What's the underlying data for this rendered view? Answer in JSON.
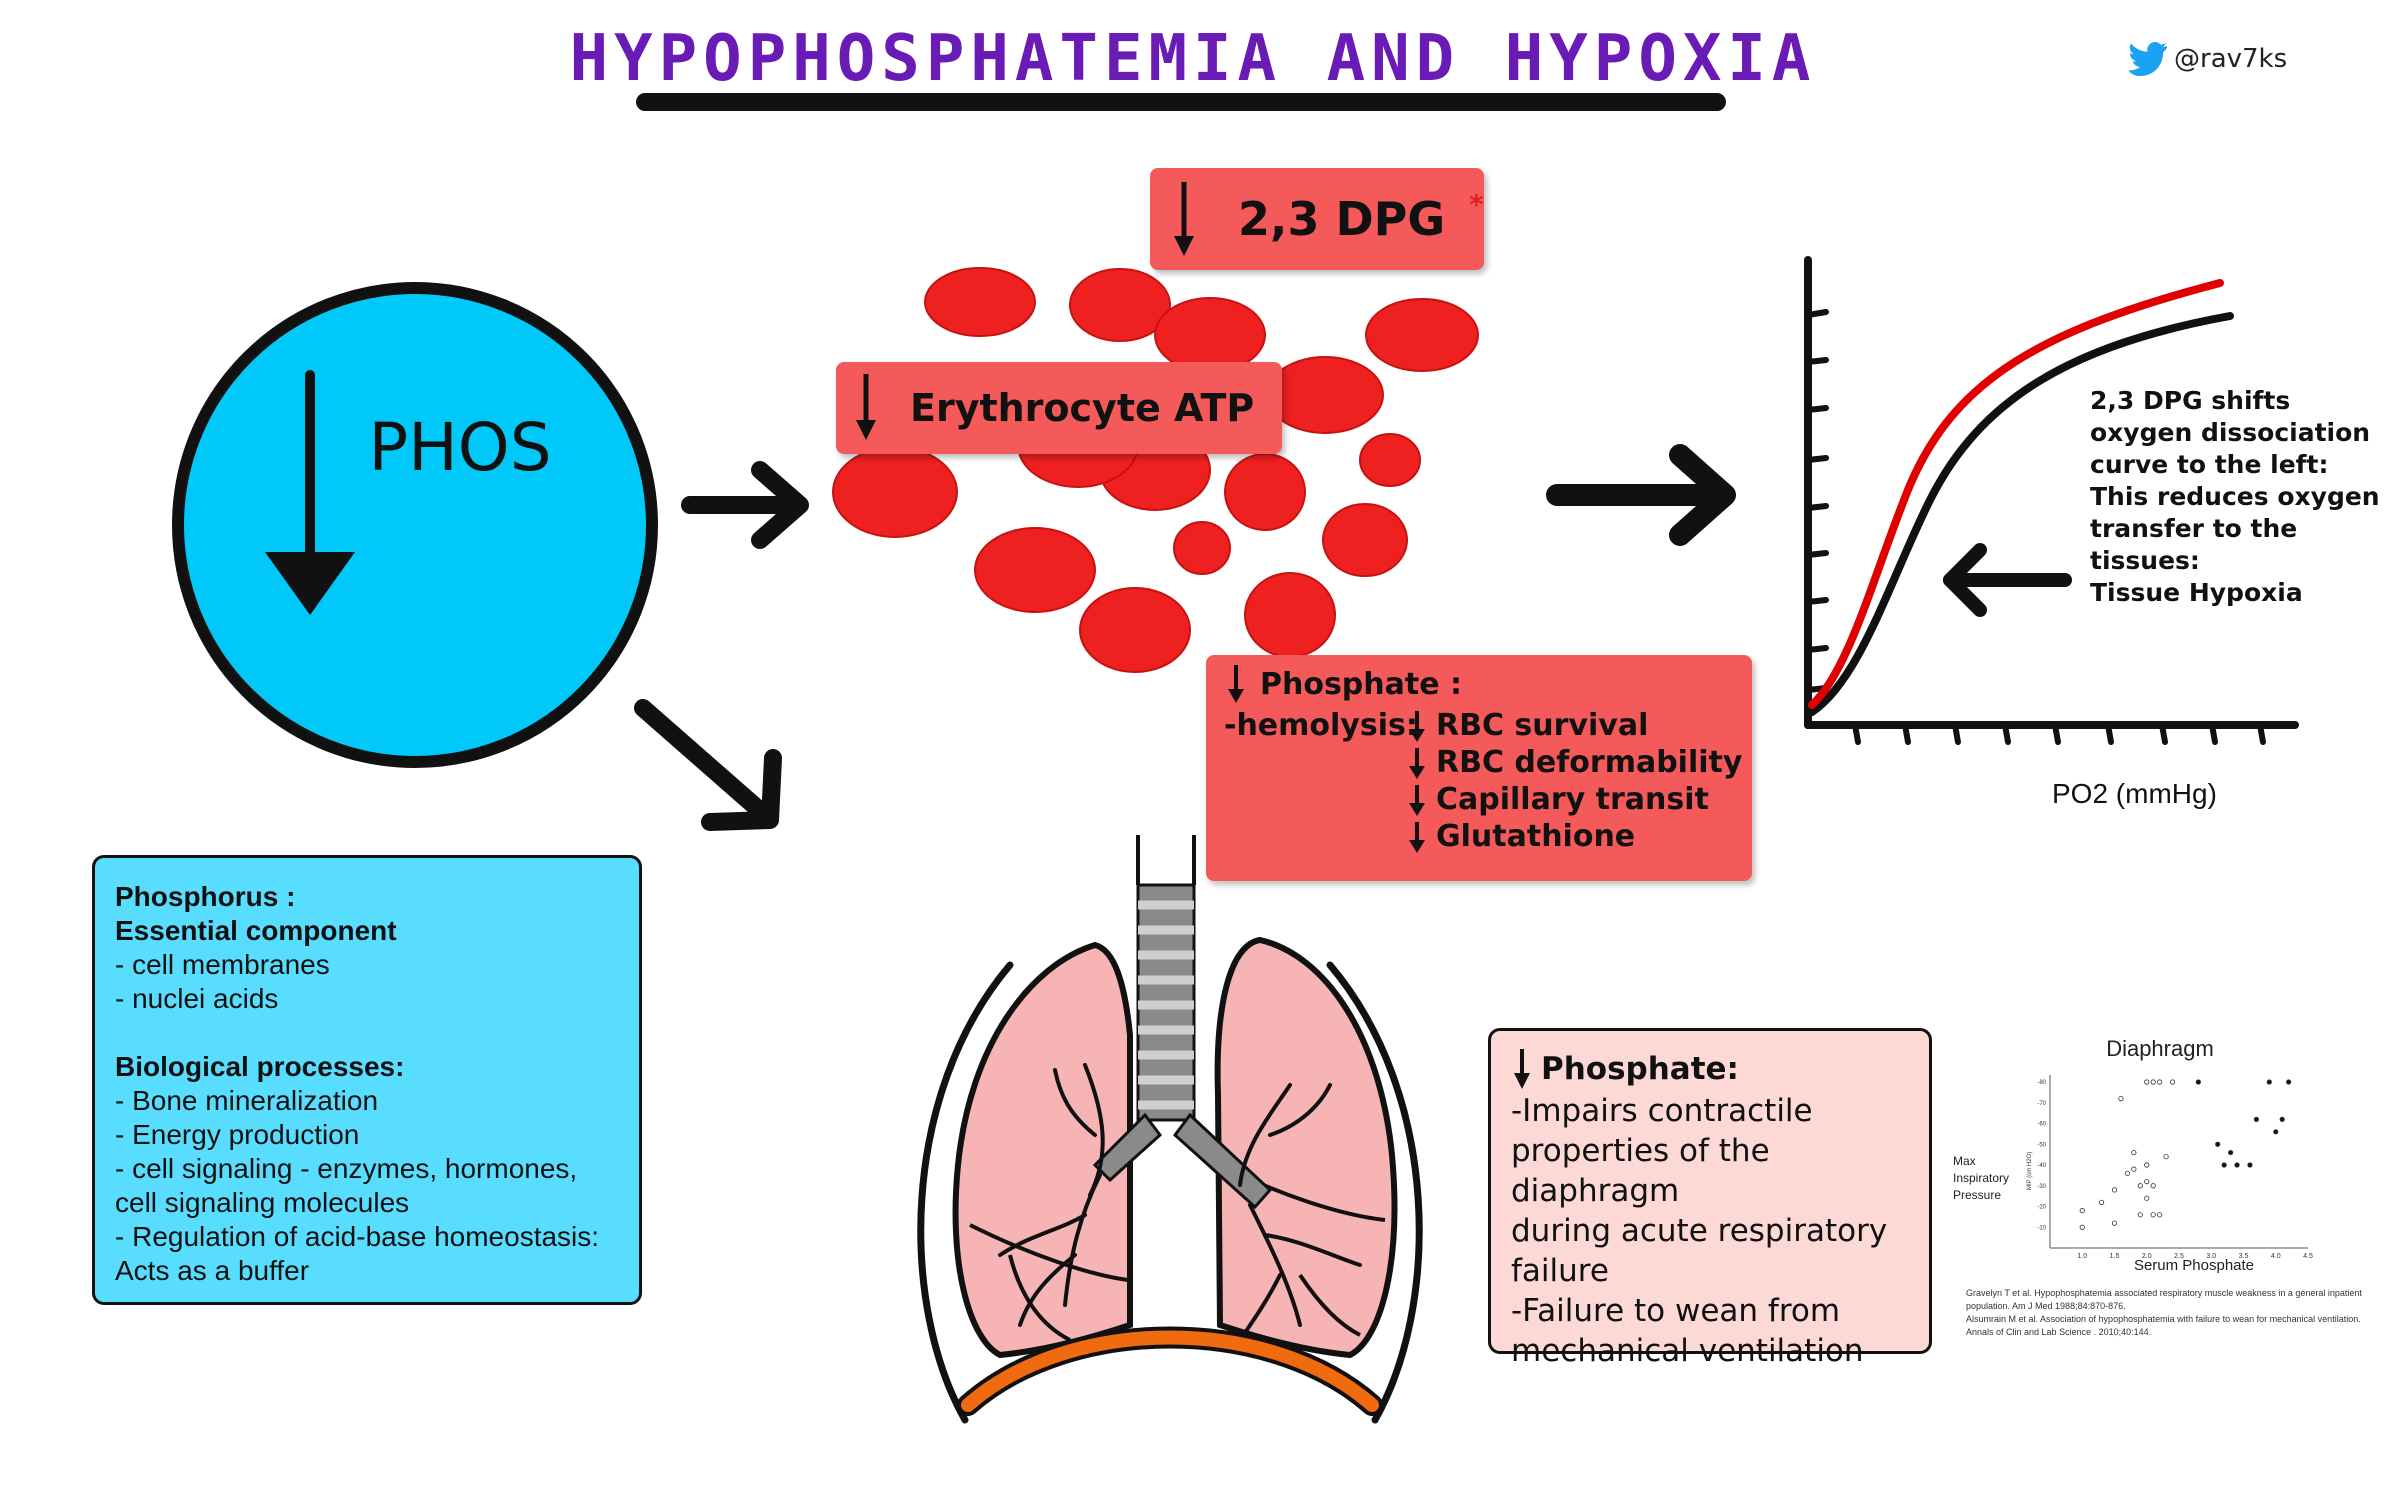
{
  "title": "HYPOPHOSPHATEMIA AND HYPOXIA",
  "handle": "@rav7ks",
  "colors": {
    "title": "#6a1bb5",
    "circle": "#00c8f8",
    "red_box": "#f55a5a",
    "rbc": "#ef2020",
    "blue_box": "#58ddff",
    "pink_box": "#fcd9d5",
    "curve_red": "#e00000",
    "diaphragm": "#f06a10"
  },
  "phos_circle": {
    "label": "PHOS"
  },
  "dpg_box": {
    "label": "2,3 DPG",
    "mark": "*"
  },
  "atp_box": {
    "label": "Erythrocyte ATP"
  },
  "phosphate_box": {
    "title": "Phosphate :",
    "hemolysis_label": "-hemolysis:",
    "items": [
      "RBC survival",
      "RBC deformability",
      "Capillary transit",
      "Glutathione"
    ]
  },
  "curve_panel": {
    "description": [
      "2,3 DPG shifts",
      "oxygen dissociation",
      "curve to the left:",
      "This reduces oxygen",
      "transfer to the",
      "tissues:",
      "Tissue Hypoxia"
    ],
    "xlabel": "PO2 (mmHg)"
  },
  "phosphorus_box": {
    "heading1": "Phosphorus :",
    "heading2": "Essential component",
    "components": [
      "- cell membranes",
      "- nuclei acids"
    ],
    "heading3": "Biological processes:",
    "processes": [
      "- Bone mineralization",
      "- Energy production",
      "- cell signaling - enzymes, hormones, cell signaling molecules",
      "- Regulation of acid-base homeostasis: Acts as a buffer"
    ]
  },
  "diaphragm_box": {
    "title": "Phosphate:",
    "lines": [
      "-Impairs contractile",
      "properties of the diaphragm",
      "during acute respiratory",
      "failure",
      "-Failure to wean from",
      "mechanical ventilation"
    ]
  },
  "chart_data": {
    "type": "scatter",
    "title": "Diaphragm",
    "xlabel": "Serum Phosphate",
    "ylabel": "Max Inspiratory Pressure",
    "ylabel_small": "MIP (cm H2O)",
    "xlim": [
      0.5,
      4.5
    ],
    "ylim": [
      0,
      80
    ],
    "xticks": [
      "1.0",
      "1.5",
      "2.0",
      "2.5",
      "3.0",
      "3.5",
      "4.0",
      "4.5"
    ],
    "yticks": [
      "-80",
      "-70",
      "-60",
      "-50",
      "-40",
      "-30",
      "-20",
      "-10"
    ],
    "series": [
      {
        "marker": "open",
        "points": [
          [
            1.0,
            10
          ],
          [
            1.0,
            18
          ],
          [
            1.3,
            22
          ],
          [
            1.5,
            12
          ],
          [
            1.5,
            28
          ],
          [
            1.6,
            72
          ],
          [
            1.7,
            36
          ],
          [
            1.8,
            46
          ],
          [
            1.8,
            38
          ],
          [
            1.9,
            30
          ],
          [
            1.9,
            16
          ],
          [
            2.0,
            40
          ],
          [
            2.0,
            32
          ],
          [
            2.0,
            24
          ],
          [
            2.0,
            80
          ],
          [
            2.1,
            30
          ],
          [
            2.1,
            80
          ],
          [
            2.1,
            16
          ],
          [
            2.2,
            16
          ],
          [
            2.2,
            80
          ],
          [
            2.3,
            44
          ],
          [
            2.4,
            80
          ]
        ]
      },
      {
        "marker": "filled",
        "points": [
          [
            2.8,
            80
          ],
          [
            3.1,
            50
          ],
          [
            3.2,
            40
          ],
          [
            3.3,
            46
          ],
          [
            3.4,
            40
          ],
          [
            3.6,
            40
          ],
          [
            3.7,
            62
          ],
          [
            3.9,
            80
          ],
          [
            4.0,
            56
          ],
          [
            4.1,
            62
          ],
          [
            4.2,
            80
          ]
        ]
      }
    ]
  },
  "references": [
    "Gravelyn T et al. Hypophosphatemia associated respiratory muscle weakness in a general inpatient population. Am J Med 1988;84:870-876.",
    "Alsumrain M et al. Association of hypophosphatemia with failure to wean for mechanical ventilation. Annals of Clin and Lab Science . 2010;40:144."
  ]
}
